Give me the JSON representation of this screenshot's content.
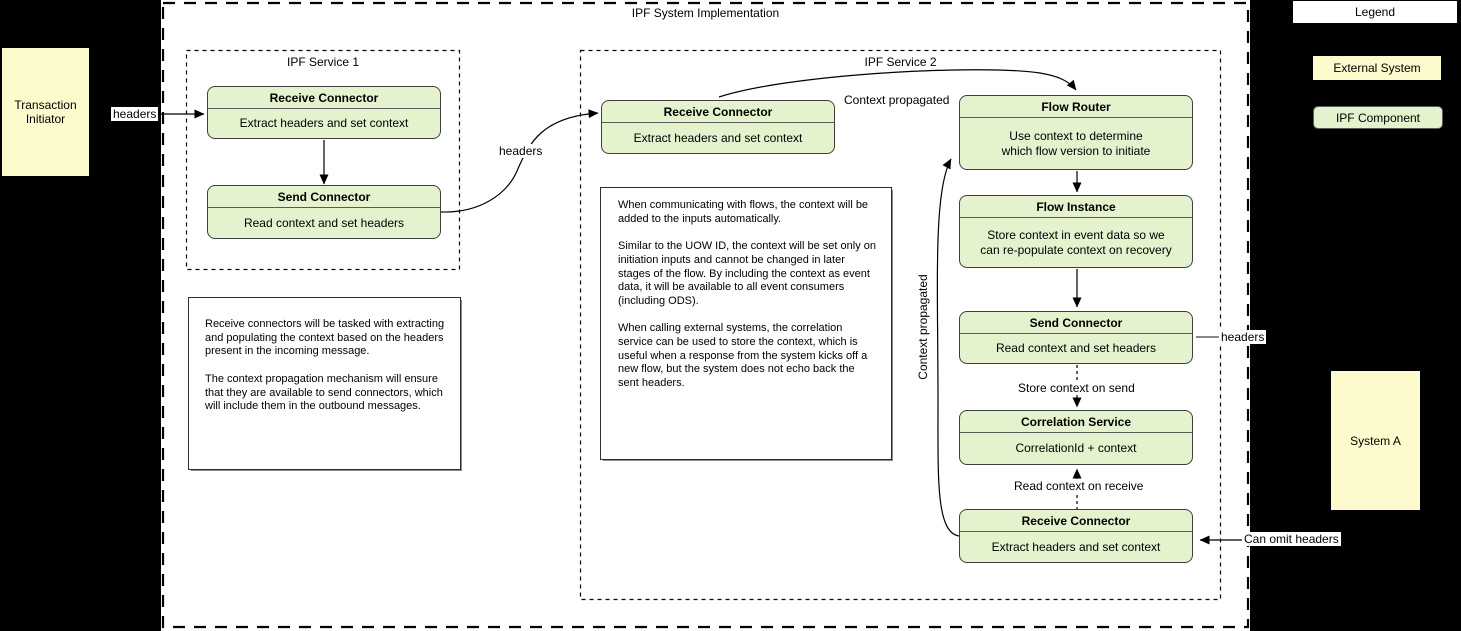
{
  "title": "IPF System Implementation",
  "colors": {
    "background": "#000000",
    "external_fill": "#fdfbcd",
    "component_fill": "#e4f2ce",
    "component_border": "#3f3f3f",
    "arrow": "#000000"
  },
  "legend": {
    "title": "Legend",
    "external_system": "External System",
    "ipf_component": "IPF Component"
  },
  "external_systems": {
    "transaction_initiator": "Transaction Initiator",
    "system_a": "System A"
  },
  "service1": {
    "title": "IPF Service 1",
    "receive_connector": {
      "title": "Receive Connector",
      "body": "Extract headers and set context"
    },
    "send_connector": {
      "title": "Send Connector",
      "body": "Read context and set headers"
    },
    "note": "Receive connectors will be tasked with extracting and populating the context based on the headers present in the incoming message.\n\nThe context propagation mechanism will ensure that they are available to send connectors, which will include them in the outbound messages."
  },
  "service2": {
    "title": "IPF Service 2",
    "receive_connector": {
      "title": "Receive Connector",
      "body": "Extract headers and set context"
    },
    "flow_router": {
      "title": "Flow Router",
      "body": "Use context to determine\nwhich flow version to initiate"
    },
    "flow_instance": {
      "title": "Flow Instance",
      "body": "Store context in event data so we\ncan re-populate context on recovery"
    },
    "send_connector": {
      "title": "Send Connector",
      "body": "Read context and set headers"
    },
    "correlation_service": {
      "title": "Correlation Service",
      "body": "CorrelationId + context"
    },
    "receive_connector_bottom": {
      "title": "Receive Connector",
      "body": "Extract headers and set context"
    },
    "note": "When communicating with flows, the context will be added to the inputs automatically.\n\nSimilar to the UOW ID, the context will be set only on initiation inputs and cannot be changed in later stages of the flow. By including the context as event data, it will be available to all event consumers (including ODS).\n\nWhen calling external systems, the correlation service can be used to store the context, which is useful when a response from the system kicks off a new flow, but the system does not echo back the sent headers."
  },
  "labels": {
    "headers_in": "headers",
    "headers_mid": "headers",
    "headers_out": "headers",
    "context_propagated_top": "Context propagated",
    "context_propagated_side": "Context propagated",
    "store_context": "Store context on send",
    "read_context": "Read context on receive",
    "can_omit": "Can omit headers"
  }
}
